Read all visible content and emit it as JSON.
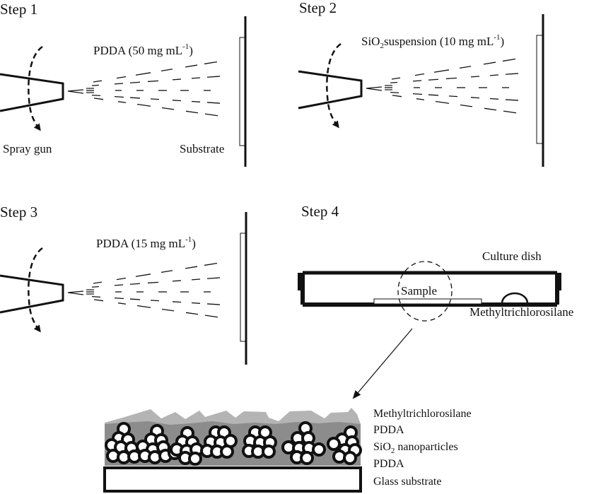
{
  "figure": {
    "type": "process-schematic",
    "steps": [
      {
        "id": "step1",
        "title": "Step 1",
        "solution_label": "PDDA (50 mg mL",
        "solution_superscript": "-1",
        "solution_suffix": ")",
        "gun_label": "Spray gun",
        "substrate_label": "Substrate"
      },
      {
        "id": "step2",
        "title": "Step 2",
        "solution_prefix": "SiO",
        "solution_prefix_subscript": "2",
        "solution_label": "suspension (10 mg mL",
        "solution_superscript": "-1",
        "solution_suffix": ")"
      },
      {
        "id": "step3",
        "title": "Step 3",
        "solution_label": "PDDA (15 mg mL",
        "solution_superscript": "-1",
        "solution_suffix": ")"
      },
      {
        "id": "step4",
        "title": "Step 4",
        "dish_label": "Culture dish",
        "sample_label": "Sample",
        "reagent_label": "Methyltrichlorosilane"
      }
    ],
    "layer_stack": {
      "layers": [
        {
          "name": "Methyltrichlorosilane",
          "color": "#b4b4b4"
        },
        {
          "name": "PDDA",
          "color": "#8c8c8c"
        },
        {
          "name": "SiO",
          "subscript": "2",
          "suffix": " nanoparticles",
          "color": "#ffffff"
        },
        {
          "name": "PDDA",
          "color": "#8c8c8c"
        },
        {
          "name": "Glass substrate",
          "color": "#ffffff"
        }
      ]
    },
    "colors": {
      "ink": "#111111",
      "top_coating": "#b4b4b4",
      "pdda": "#8c8c8c",
      "background": "#ffffff"
    }
  }
}
